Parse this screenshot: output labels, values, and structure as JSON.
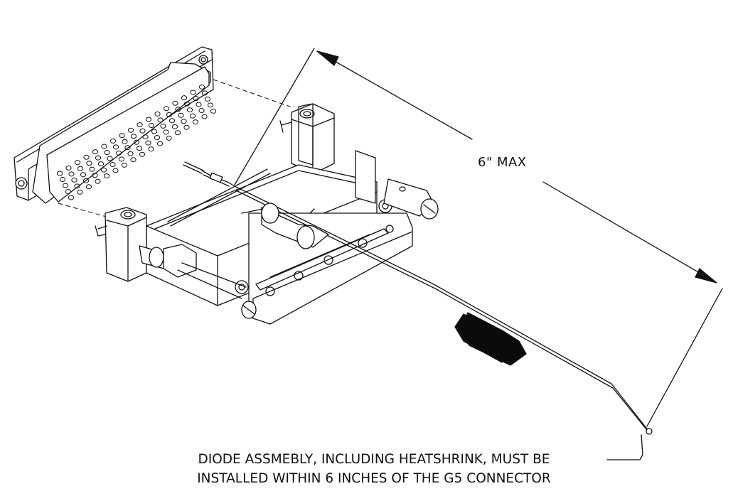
{
  "dimension": {
    "label": "6\" MAX"
  },
  "note": {
    "line1": "DIODE ASSMEBLY, INCLUDING HEATSHRINK, MUST BE",
    "line2": "INSTALLED WITHIN 6 INCHES OF THE G5 CONNECTOR"
  },
  "colors": {
    "ink": "#111111",
    "paper": "#ffffff",
    "heatshrink": "#0b0b0b"
  }
}
